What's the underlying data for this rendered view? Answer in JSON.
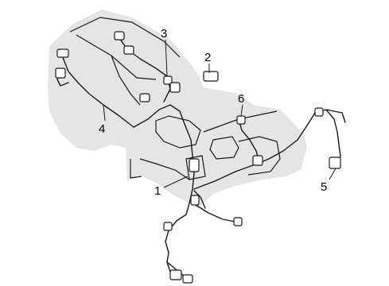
{
  "diagram": {
    "callouts": [
      {
        "id": "1",
        "label": "1"
      },
      {
        "id": "2",
        "label": "2"
      },
      {
        "id": "3",
        "label": "3"
      },
      {
        "id": "4",
        "label": "4"
      },
      {
        "id": "5",
        "label": "5"
      },
      {
        "id": "6",
        "label": "6"
      }
    ],
    "colors": {
      "body_fill": "#e5e5e5",
      "line": "#1a1a1a",
      "background": "#ffffff"
    }
  }
}
